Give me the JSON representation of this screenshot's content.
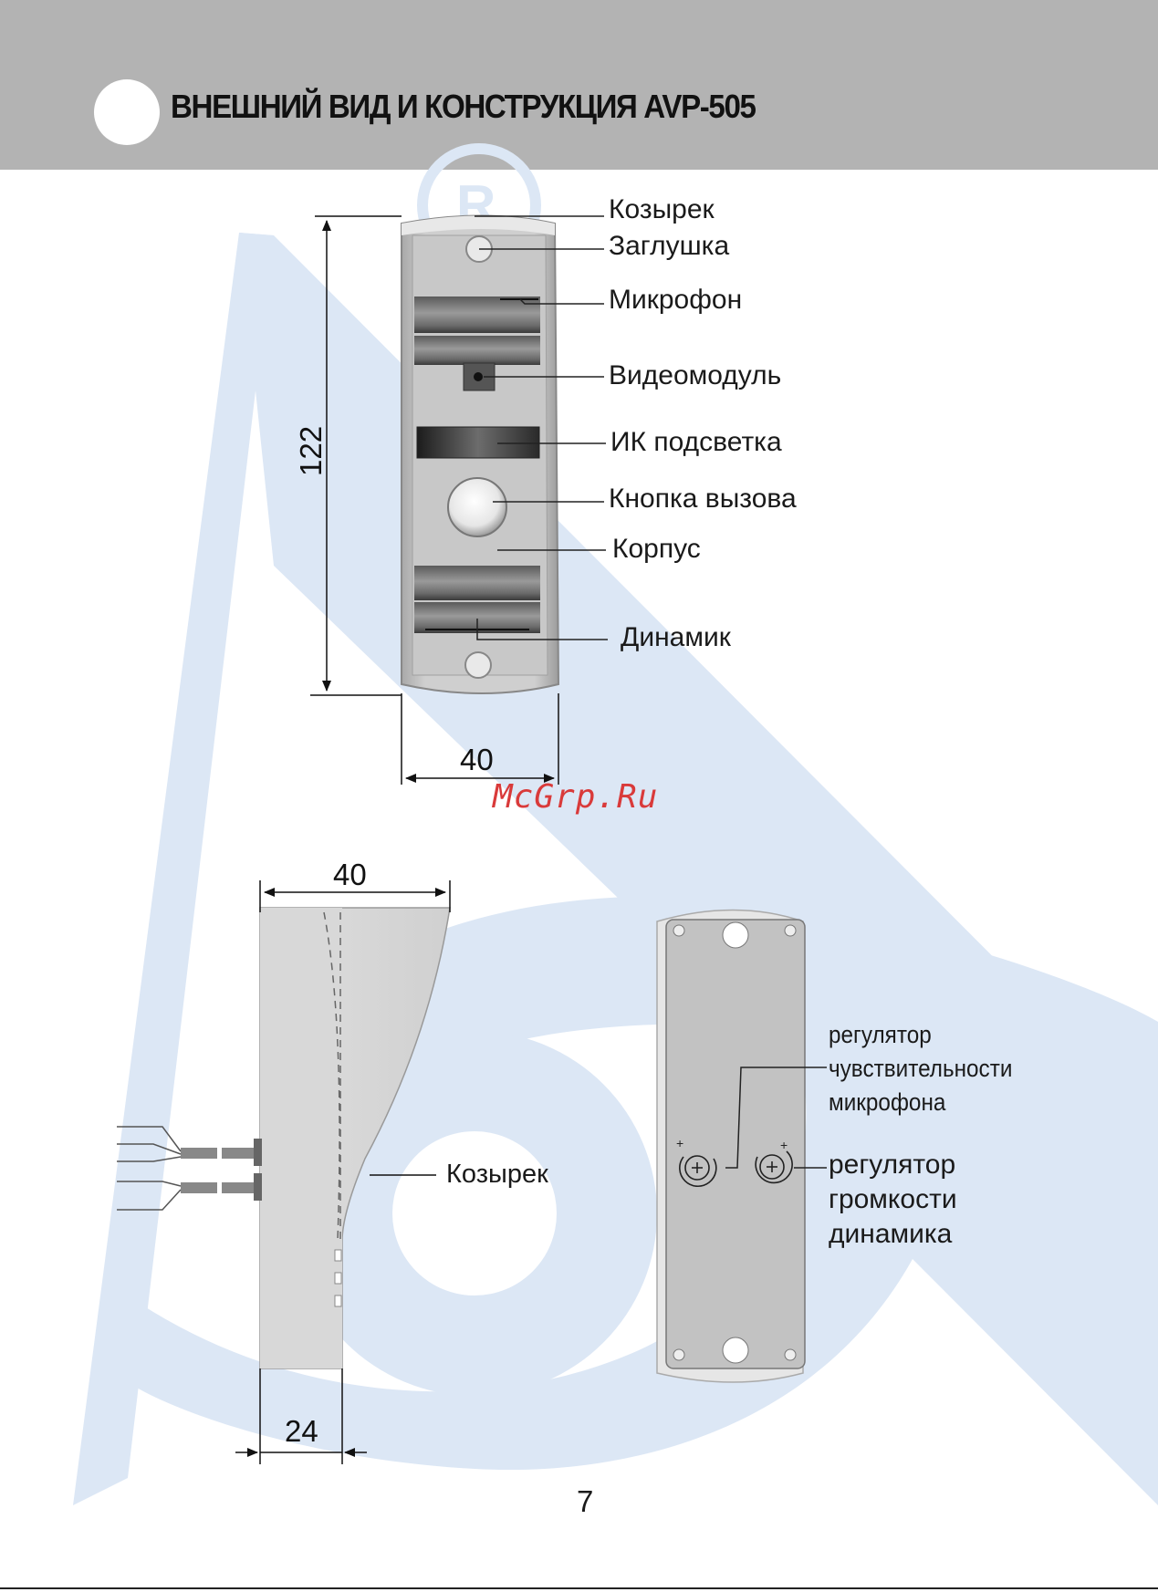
{
  "header": {
    "title": "ВНЕШНИЙ ВИД И КОНСТРУКЦИЯ AVP-505"
  },
  "front_view": {
    "labels": {
      "visor": "Козырек",
      "plug": "Заглушка",
      "microphone": "Микрофон",
      "video_module": "Видеомодуль",
      "ir_light": "ИК подсветка",
      "call_button": "Кнопка вызова",
      "housing": "Корпус",
      "speaker": "Динамик"
    },
    "height_dim": "122",
    "width_dim": "40"
  },
  "watermark": "McGrp.Ru",
  "side_view": {
    "top_dim": "40",
    "bottom_dim": "24",
    "visor_label": "Козырек"
  },
  "back_view": {
    "mic_sensitivity_label": [
      "регулятор",
      "чувствительности",
      "микрофона"
    ],
    "speaker_volume_label": [
      "регулятор",
      "громкости",
      "динамика"
    ]
  },
  "page_number": "7",
  "colors": {
    "header_band": "#b3b3b3",
    "watermark_blue": "#dce7f5",
    "device_gray": "#c4c4c4",
    "watermark_text": "#d93a3a"
  }
}
